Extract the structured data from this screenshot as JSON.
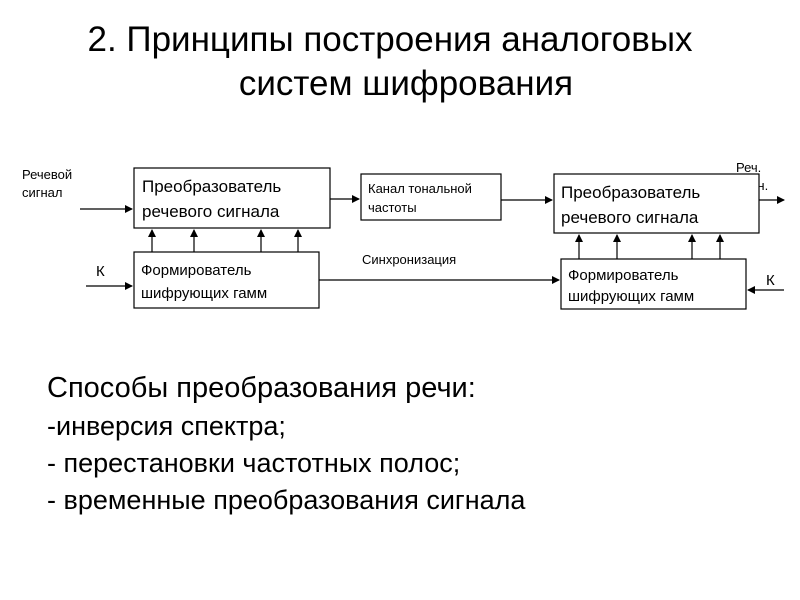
{
  "title": {
    "line1": "2. Принципы построения аналоговых",
    "line2": "систем шифрования"
  },
  "diagram": {
    "input_label": [
      "Речевой",
      "сигнал"
    ],
    "output_label": [
      "Реч.",
      "Сигн."
    ],
    "converter_left": [
      "Преобразователь",
      "речевого сигнала"
    ],
    "channel": [
      "Канал тональной",
      "частоты"
    ],
    "converter_right": [
      "Преобразователь",
      "речевого сигнала"
    ],
    "gamma_left": [
      "Формирователь",
      "шифрующих гамм"
    ],
    "gamma_right": [
      "Формирователь",
      "шифрующих гамм"
    ],
    "sync_label": "Синхронизация",
    "key_left": "К",
    "key_right": "К"
  },
  "methods": {
    "heading": "Способы преобразования речи:",
    "items": [
      "-инверсия спектра;",
      "- перестановки частотных полос;",
      "- временные преобразования сигнала"
    ]
  },
  "colors": {
    "stroke": "#000000",
    "background": "#ffffff"
  }
}
